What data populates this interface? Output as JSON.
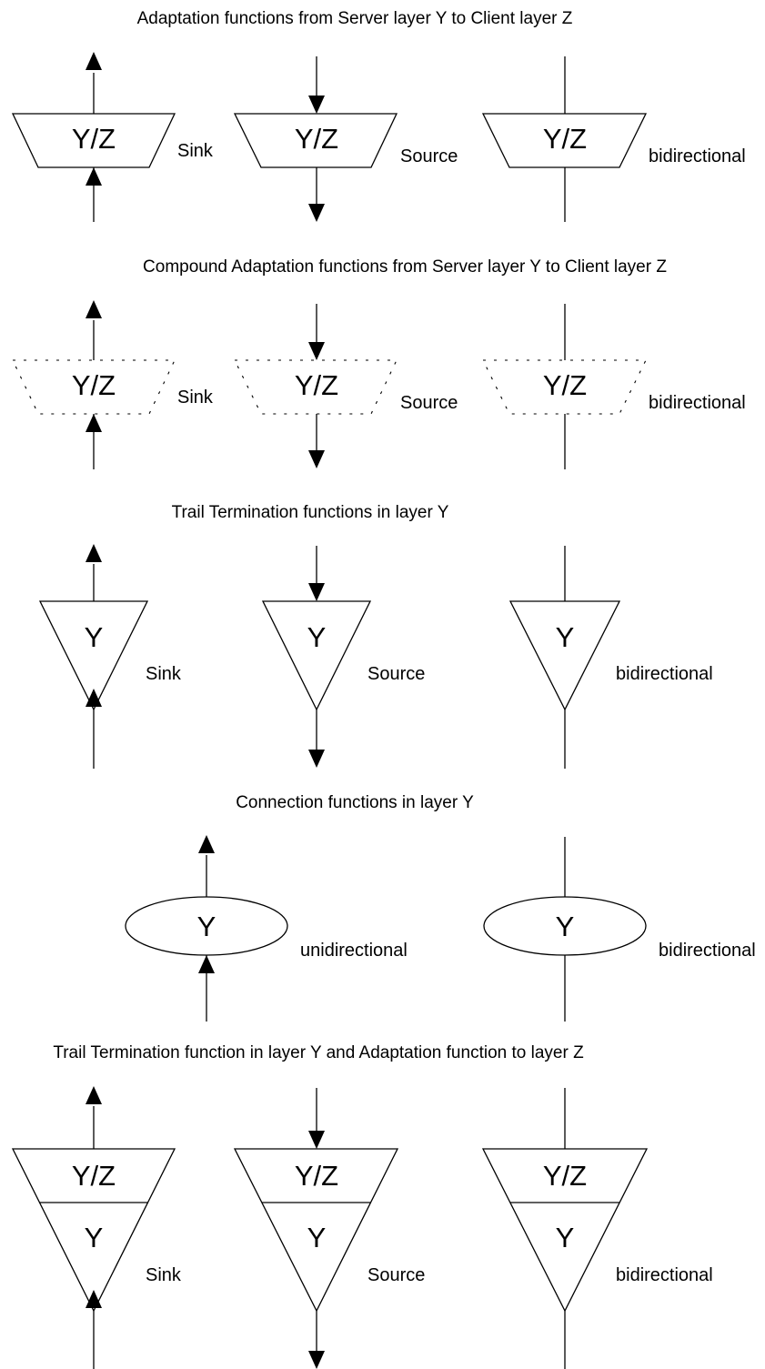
{
  "sections": [
    {
      "title": "Adaptation functions from Server layer Y to Client layer Z",
      "items": [
        {
          "symbol": "Y/Z",
          "label": "Sink"
        },
        {
          "symbol": "Y/Z",
          "label": "Source"
        },
        {
          "symbol": "Y/Z",
          "label": "bidirectional"
        }
      ]
    },
    {
      "title": "Compound Adaptation functions from Server layer Y to Client layer Z",
      "items": [
        {
          "symbol": "Y/Z",
          "label": "Sink"
        },
        {
          "symbol": "Y/Z",
          "label": "Source"
        },
        {
          "symbol": "Y/Z",
          "label": "bidirectional"
        }
      ]
    },
    {
      "title": "Trail Termination functions in layer Y",
      "items": [
        {
          "symbol": "Y",
          "label": "Sink"
        },
        {
          "symbol": "Y",
          "label": "Source"
        },
        {
          "symbol": "Y",
          "label": "bidirectional"
        }
      ]
    },
    {
      "title": "Connection functions in layer Y",
      "items": [
        {
          "symbol": "Y",
          "label": "unidirectional"
        },
        {
          "symbol": "Y",
          "label": "bidirectional"
        }
      ]
    },
    {
      "title": "Trail Termination function in layer Y and Adaptation function to layer Z",
      "items": [
        {
          "symbol_top": "Y/Z",
          "symbol_bottom": "Y",
          "label": "Sink"
        },
        {
          "symbol_top": "Y/Z",
          "symbol_bottom": "Y",
          "label": "Source"
        },
        {
          "symbol_top": "Y/Z",
          "symbol_bottom": "Y",
          "label": "bidirectional"
        }
      ]
    }
  ]
}
